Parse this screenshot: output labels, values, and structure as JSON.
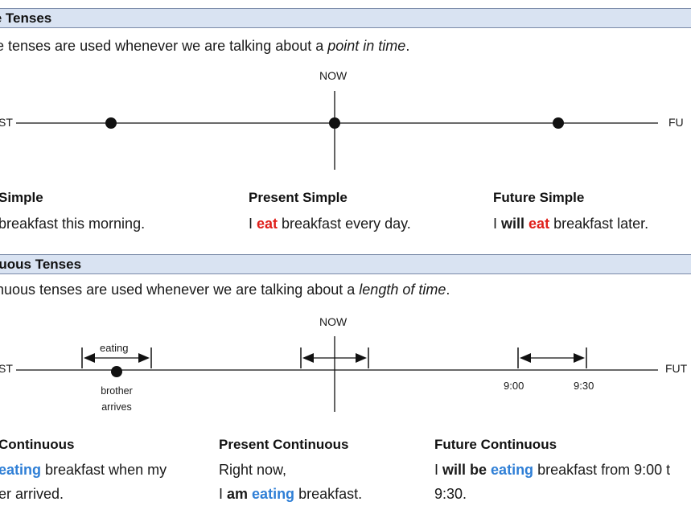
{
  "simple": {
    "band_title": "le Tenses",
    "intro_prefix": "e tenses are used whenever we are talking about a ",
    "intro_italic": "point in time",
    "intro_suffix": ".",
    "timeline": {
      "now": "NOW",
      "past": "ST",
      "future": "FU"
    },
    "past": {
      "head": "Simple",
      "text": "breakfast this morning."
    },
    "present": {
      "head": "Present Simple",
      "i": "I ",
      "verb": "eat",
      "rest": " breakfast every day."
    },
    "future": {
      "head": "Future Simple",
      "i": "I ",
      "will": "will",
      "space": " ",
      "verb": "eat",
      "rest": " breakfast later."
    }
  },
  "continuous": {
    "band_title": "nuous Tenses",
    "intro_prefix": "nuous tenses are used whenever we are talking about a ",
    "intro_italic": "length of time",
    "intro_suffix": ".",
    "timeline": {
      "now": "NOW",
      "past": "ST",
      "future": "FUT",
      "eating": "eating",
      "brother": "brother",
      "arrives": "arrives",
      "t1": "9:00",
      "t2": "9:30"
    },
    "past": {
      "head": "Continuous",
      "verb": "eating",
      "rest": " breakfast when my",
      "line2": "er arrived."
    },
    "present": {
      "head": "Present Continuous",
      "line1": "Right now,",
      "i": "I ",
      "am": "am",
      "space": " ",
      "verb": "eating",
      "rest": " breakfast."
    },
    "future": {
      "head": "Future Continuous",
      "i": "I ",
      "will_be": "will be",
      "space": " ",
      "verb": "eating",
      "rest": " breakfast from 9:00 t",
      "line2": "9:30."
    }
  }
}
